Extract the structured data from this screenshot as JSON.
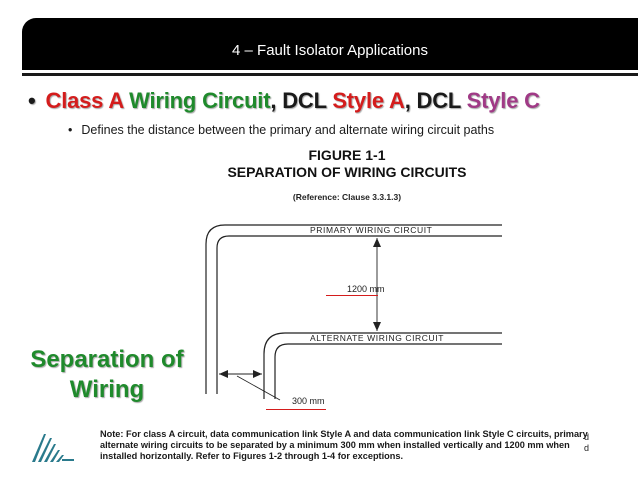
{
  "header": {
    "title": "4 – Fault Isolator Applications"
  },
  "main_bullet": {
    "part1": "Class A",
    "part2": "Wiring Circuit",
    "part3": ", ",
    "part4": "DCL",
    "part5": "Style A",
    "part6": ", ",
    "part7": "DCL",
    "part8": "Style C"
  },
  "sub_bullet": {
    "text": "Defines the distance between the primary and alternate wiring circuit paths"
  },
  "figure": {
    "title_line1": "FIGURE 1-1",
    "title_line2": "SEPARATION OF WIRING CIRCUITS",
    "reference": "(Reference: Clause 3.3.1.3)",
    "primary_label": "PRIMARY WIRING CIRCUIT",
    "alternate_label": "ALTERNATE WIRING CIRCUIT",
    "vertical_distance": "1200 mm",
    "horizontal_distance": "300 mm",
    "note": "Note: For class A circuit, data communication link Style A and data communication link Style C circuits, primary alternate wiring circuits to be separated by a minimum 300 mm when installed vertically and 1200 mm when installed horizontally. Refer to Figures 1-2 through 1-4 for exceptions.",
    "note_tail_1": "d",
    "note_tail_2": "d"
  },
  "callout": {
    "line1": "Separation of",
    "line2": "Wiring"
  },
  "colors": {
    "red": "#d41c1c",
    "green": "#1f8a2c",
    "purple": "#a03a86",
    "header_bg": "#000000"
  }
}
